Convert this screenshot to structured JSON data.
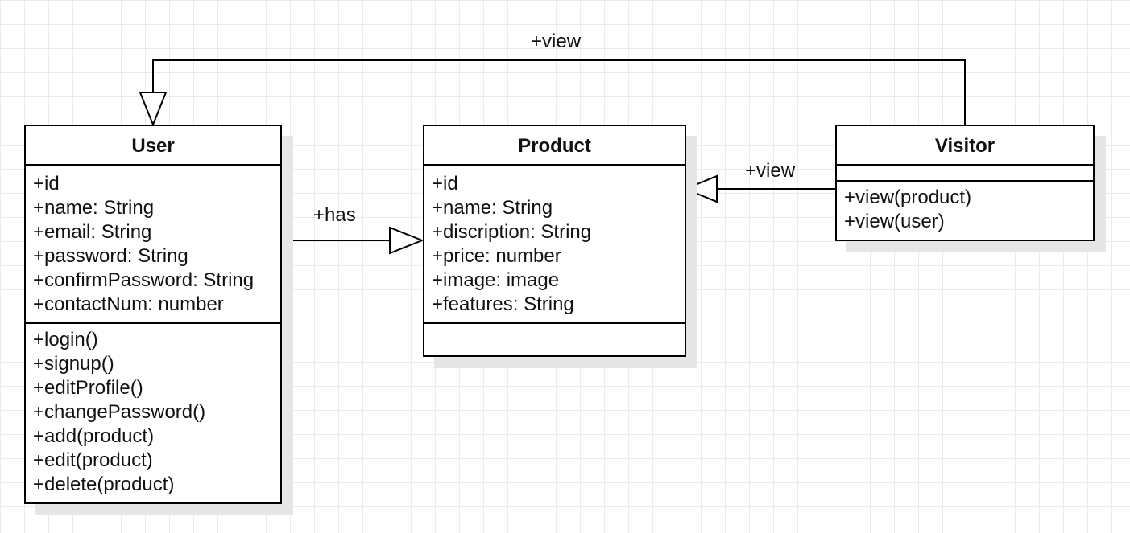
{
  "classes": {
    "user": {
      "name": "User",
      "attributes": [
        "+id",
        "+name: String",
        "+email: String",
        "+password: String",
        "+confirmPassword: String",
        "+contactNum: number"
      ],
      "methods": [
        "+login()",
        "+signup()",
        "+editProfile()",
        "+changePassword()",
        "+add(product)",
        "+edit(product)",
        "+delete(product)"
      ]
    },
    "product": {
      "name": "Product",
      "attributes": [
        "+id",
        "+name: String",
        "+discription: String",
        "+price: number",
        "+image: image",
        "+features: String"
      ],
      "methods": []
    },
    "visitor": {
      "name": "Visitor",
      "attributes": [],
      "methods": [
        "+view(product)",
        "+view(user)"
      ]
    }
  },
  "relations": [
    {
      "id": "user_has_product",
      "source": "User",
      "target": "Product",
      "label": "+has",
      "arrowhead": "hollow-triangle"
    },
    {
      "id": "visitor_view_product",
      "source": "Visitor",
      "target": "Product",
      "label": "+view",
      "arrowhead": "hollow-triangle"
    },
    {
      "id": "visitor_view_user",
      "source": "Visitor",
      "target": "User",
      "label": "+view",
      "arrowhead": "hollow-triangle"
    }
  ],
  "style": {
    "line_color": "#000000",
    "grid_color": "#ebebeb",
    "shadow_color": "#e6e6e6",
    "background": "#ffffff"
  }
}
